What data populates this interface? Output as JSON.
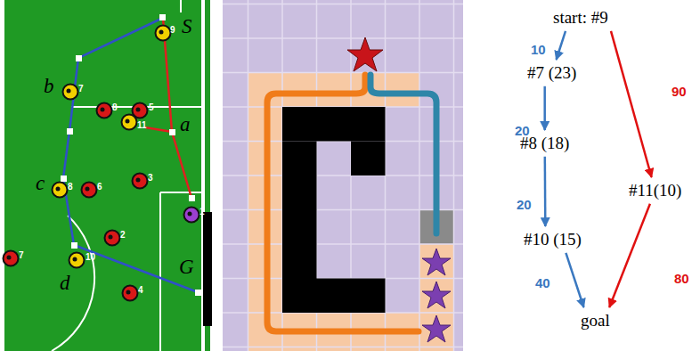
{
  "diagram": {
    "nodes": [
      {
        "text": [
          "start: #9"
        ]
      },
      {
        "text": [
          "#7 (23)"
        ]
      },
      {
        "text": [
          "#8 (18)"
        ]
      },
      {
        "text": [
          "#11(10)"
        ]
      },
      {
        "text": [
          "#10 (15)"
        ]
      },
      {
        "text": [
          "goal"
        ]
      }
    ],
    "edges": [
      {
        "from": 0,
        "to": 1,
        "arrow": "to",
        "label": "10"
      },
      {
        "from": 1,
        "to": 2,
        "arrow": "to",
        "label": "20"
      },
      {
        "from": 2,
        "to": 4,
        "arrow": "to",
        "label": "20"
      },
      {
        "from": 4,
        "to": 5,
        "arrow": "to",
        "label": "40"
      },
      {
        "from": 0,
        "to": 3,
        "arrow": "to",
        "label": "90"
      },
      {
        "from": 3,
        "to": 5,
        "arrow": "to",
        "label": "80"
      }
    ],
    "labels": [
      "S",
      "a",
      "b",
      "c",
      "d",
      "G",
      "9",
      "7",
      "8",
      "5",
      "11",
      "3",
      "8",
      "6",
      "1",
      "2",
      "7",
      "10",
      "4"
    ]
  }
}
